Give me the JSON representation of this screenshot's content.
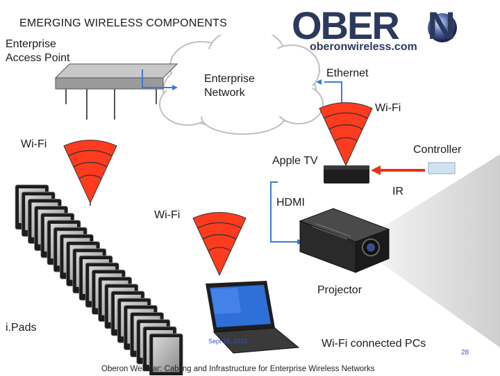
{
  "title": "EMERGING WIRELESS COMPONENTS",
  "logo": {
    "name": "OBERON",
    "url": "oberonwireless.com"
  },
  "labels": {
    "access_point": [
      "Enterprise",
      "Access Point"
    ],
    "network": [
      "Enterprise",
      "Network"
    ],
    "ethernet": "Ethernet",
    "wifi_top_right": "Wi-Fi",
    "wifi_left": "Wi-Fi",
    "controller": "Controller",
    "apple_tv": "Apple TV",
    "ir": "IR",
    "hdmi": "HDMI",
    "wifi_middle": "Wi-Fi",
    "projector": "Projector",
    "ipads": "i.Pads",
    "wifi_pcs": "Wi-Fi connected PCs"
  },
  "footer": "Oberon Webinar: Cabling and Infrastructure for Enterprise Wireless Networks",
  "date": "Sept 18, 2012",
  "page_number": "28",
  "colors": {
    "wifi_signal": "#ff3b1f",
    "connector": "#3a7bd5",
    "ir_arrow": "#e8311a",
    "projector_beam": "#d8d8d8",
    "logo": "#2b3a5c"
  }
}
